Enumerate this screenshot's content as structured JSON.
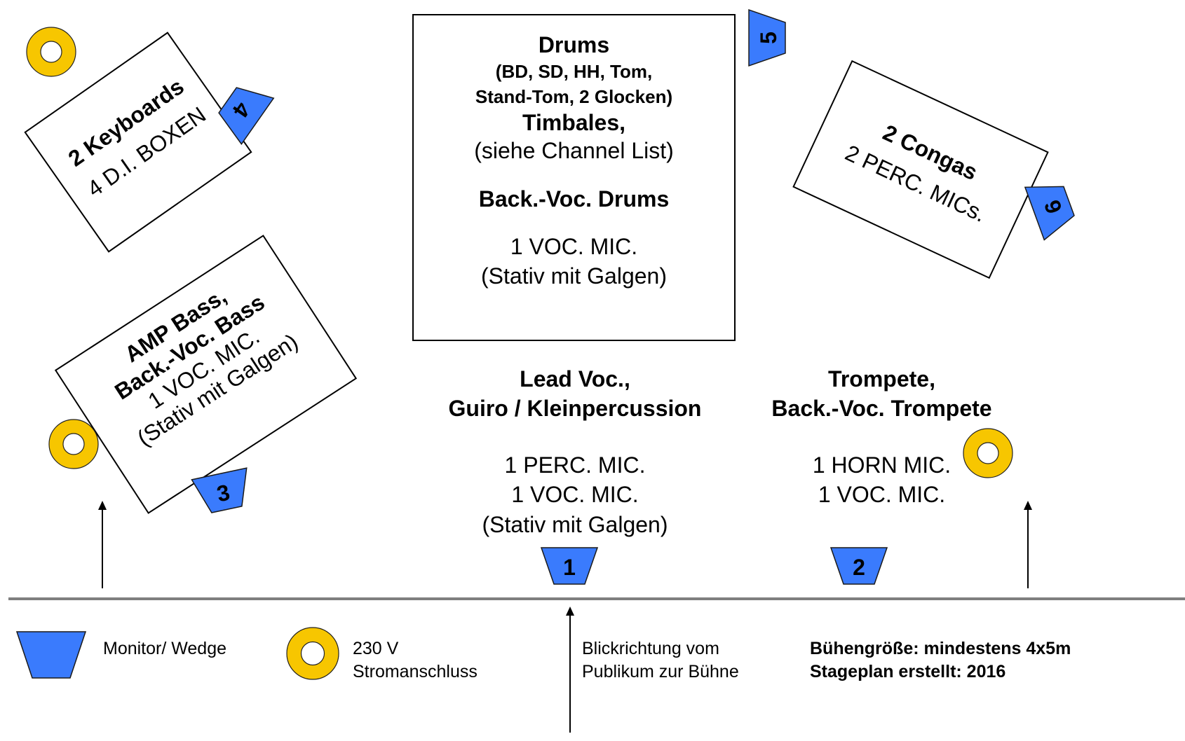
{
  "colors": {
    "wedge": "#3a7bfd",
    "power_ring": "#f7c600",
    "divider": "#7f7f7f"
  },
  "drums": {
    "title": "Drums",
    "sub1": "(BD, SD, HH, Tom,",
    "sub2": "Stand-Tom, 2 Glocken)",
    "timbales": "Timbales,",
    "channel_note": "(siehe Channel List)",
    "backvoc": "Back.-Voc. Drums",
    "mic": "1 VOC. MIC.",
    "stand": "(Stativ mit Galgen)"
  },
  "keyboards": {
    "title": "2 Keyboards",
    "sub": "4 D.I. BOXEN"
  },
  "congas": {
    "title": "2 Congas",
    "sub": "2 PERC. MICs."
  },
  "bass": {
    "title1": "AMP Bass,",
    "title2": "Back.-Voc. Bass",
    "mic": "1 VOC. MIC.",
    "stand": "(Stativ mit Galgen)"
  },
  "lead": {
    "title1": "Lead Voc.,",
    "title2": "Guiro / Kleinpercussion",
    "mic1": "1 PERC. MIC.",
    "mic2": "1 VOC. MIC.",
    "stand": "(Stativ mit Galgen)"
  },
  "trumpet": {
    "title1": "Trompete,",
    "title2": "Back.-Voc. Trompete",
    "mic1": "1 HORN MIC.",
    "mic2": "1 VOC. MIC."
  },
  "monitors": {
    "m1": "1",
    "m2": "2",
    "m3": "3",
    "m4": "4",
    "m5": "5",
    "m6": "6"
  },
  "legend": {
    "monitor_label": "Monitor/ Wedge",
    "power_line1": "230 V",
    "power_line2": "Stromanschluss",
    "direction_line1": "Blickrichtung vom",
    "direction_line2": "Publikum zur Bühne",
    "stage_size": "Bühengröße: mindestens 4x5m",
    "created": "Stageplan erstellt: 2016"
  }
}
